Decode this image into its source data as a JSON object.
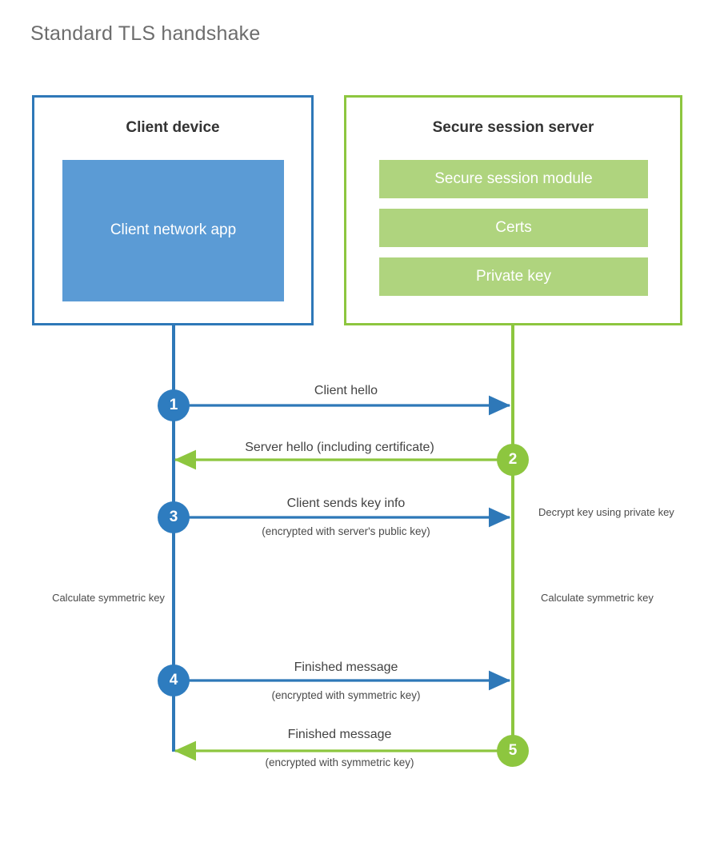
{
  "title": "Standard TLS handshake",
  "colors": {
    "client_accent": "#2E78B8",
    "client_fill": "#5B9BD5",
    "server_accent": "#8DC63F",
    "server_fill": "#AFD47E",
    "title_text": "#6d6d6d",
    "body_text": "#434343"
  },
  "entities": {
    "client": {
      "title": "Client device",
      "blocks": [
        {
          "label": "Client network app"
        }
      ]
    },
    "server": {
      "title": "Secure session server",
      "blocks": [
        {
          "label": "Secure session module"
        },
        {
          "label": "Certs"
        },
        {
          "label": "Private key"
        }
      ]
    }
  },
  "steps": [
    {
      "number": "1",
      "direction": "client-to-server",
      "color": "blue",
      "label": "Client hello",
      "sublabel": ""
    },
    {
      "number": "2",
      "direction": "server-to-client",
      "color": "green",
      "label": "Server hello (including certificate)",
      "sublabel": ""
    },
    {
      "number": "3",
      "direction": "client-to-server",
      "color": "blue",
      "label": "Client sends key info",
      "sublabel": "(encrypted with server's public key)"
    },
    {
      "number": "4",
      "direction": "client-to-server",
      "color": "blue",
      "label": "Finished message",
      "sublabel": "(encrypted with symmetric key)"
    },
    {
      "number": "5",
      "direction": "server-to-client",
      "color": "green",
      "label": "Finished message",
      "sublabel": "(encrypted with symmetric key)"
    }
  ],
  "notes": {
    "decrypt_key": "Decrypt key using private key",
    "client_calculate": "Calculate symmetric key",
    "server_calculate": "Calculate symmetric key"
  }
}
